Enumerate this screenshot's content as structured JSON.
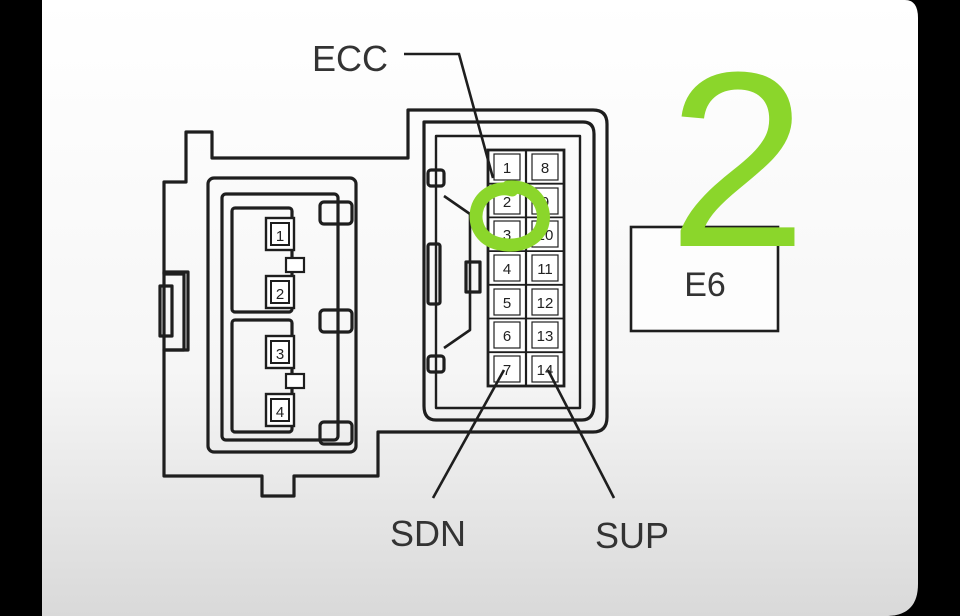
{
  "diagram": {
    "connector_id": "E6",
    "callouts": {
      "top": "ECC",
      "bottom_left": "SDN",
      "bottom_right": "SUP"
    },
    "left_block_pins": [
      "1",
      "2",
      "3",
      "4"
    ],
    "right_block_pins": {
      "left_column": [
        "1",
        "2",
        "3",
        "4",
        "5",
        "6",
        "7"
      ],
      "right_column": [
        "8",
        "9",
        "10",
        "11",
        "12",
        "13",
        "14"
      ]
    },
    "annotation": {
      "text": "2",
      "color": "#8bd62b"
    }
  }
}
